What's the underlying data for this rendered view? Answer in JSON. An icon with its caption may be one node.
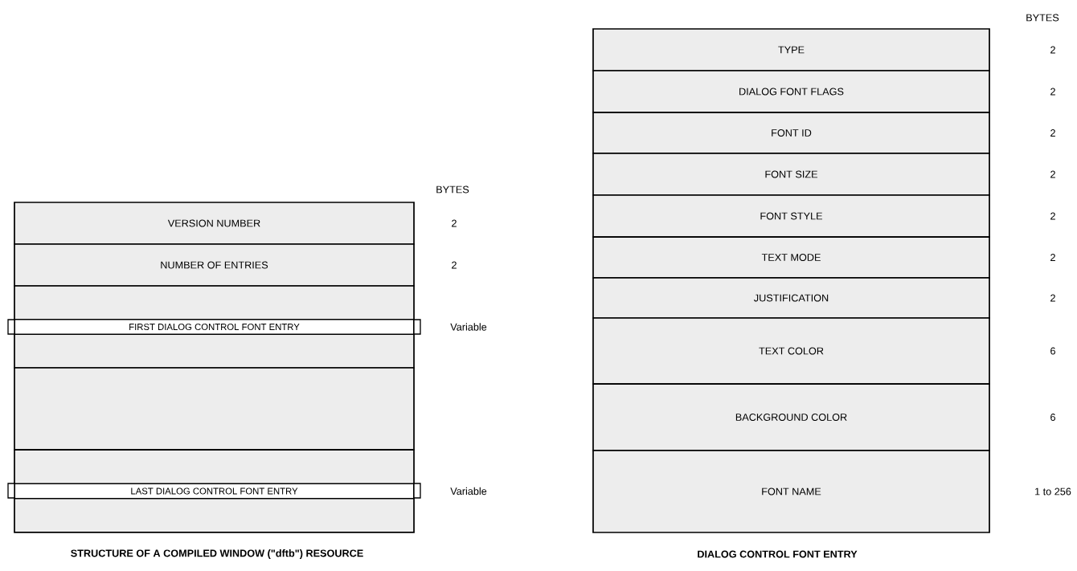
{
  "diagram": {
    "nodes": [
      {
        "text": [
          "VERSION NUMBER"
        ],
        "beside": [
          "2"
        ]
      },
      {
        "text": [
          "NUMBER OF ENTRIES"
        ],
        "beside": [
          "2"
        ]
      },
      {
        "text": [
          "FIRST DIALOG CONTROL FONT ENTRY"
        ],
        "beside": [
          "Variable"
        ]
      },
      {
        "text": [],
        "shape": "box"
      },
      {
        "text": [
          "LAST DIALOG CONTROL FONT ENTRY"
        ],
        "beside": [
          "Variable"
        ]
      },
      {
        "text": [
          "TYPE"
        ]
      },
      {
        "text": [
          "DIALOG FONT FLAGS"
        ]
      },
      {
        "text": [
          "FONT ID"
        ]
      },
      {
        "text": [
          "FONT SIZE"
        ]
      },
      {
        "text": [
          "FONT STYLE"
        ]
      },
      {
        "text": [
          "TEXT MODE"
        ]
      },
      {
        "text": [
          "JUSTIFICATION"
        ]
      },
      {
        "text": [
          "TEXT COLOR"
        ]
      },
      {
        "text": [
          "BACKGROUND COLOR"
        ]
      },
      {
        "text": [
          "FONT NAME"
        ]
      }
    ],
    "labels": [
      "BYTES",
      "2",
      "2",
      "2",
      "2",
      "2",
      "2",
      "2",
      "6",
      "6",
      "1 to 256",
      "BYTES",
      "STRUCTURE OF A COMPILED WINDOW (\"dftb\") RESOURCE",
      "DIALOG CONTROL FONT ENTRY"
    ]
  }
}
